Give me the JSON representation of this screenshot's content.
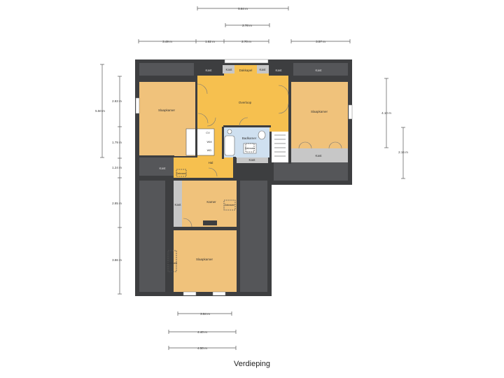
{
  "title": "Verdieping",
  "colors": {
    "wall": "#3d3e40",
    "room": "#f0c27b",
    "room_yellow": "#f6c04f",
    "bathroom": "#cfe0f0",
    "storage": "#c7c7c7",
    "dark_area": "#555659",
    "dimension": "#555555"
  },
  "dimensions": {
    "top": [
      "5.64 m",
      "2.78 m",
      "3.49 m",
      "1.62 m",
      "2.70 m",
      "3.57 m"
    ],
    "left": [
      "5.50 m",
      "2.83 m",
      "1.79 m",
      "1.24 m",
      "2.85 m",
      "3.86 m"
    ],
    "right": [
      "4.10 m",
      "2.16 m"
    ],
    "bottom": [
      "3.54 m",
      "4.40 m",
      "4.50 m"
    ]
  },
  "rooms": {
    "slaapkamer_left": "Slaapkamer",
    "overloop": "Overloop",
    "slaapkamer_right": "Slaapkamer",
    "badkamer": "Badkamer",
    "hal": "Hal",
    "kamer": "Kamer",
    "slaapkamer_bottom": "Slaapkamer",
    "dakkapel": "Dakkapel"
  },
  "labels": {
    "kast_top_left": "Kast",
    "kast_top_mid_left": "Kast",
    "kast_top_mid_right": "Kast",
    "kast_top_right": "Kast",
    "kast_right": "Kast",
    "kast_mid": "Kast",
    "kast_kamer": "Kast",
    "kast_right_bottom": "Kast",
    "kast_hal": "Kast",
    "dakraam_hal": "Dakraam",
    "dakraam_kamer": "Dakraam",
    "dakraam_bath": "Dakraam",
    "dakraam_bottom": "Dakraam",
    "cv": "CV",
    "wm": "WM",
    "wd": "WD"
  }
}
